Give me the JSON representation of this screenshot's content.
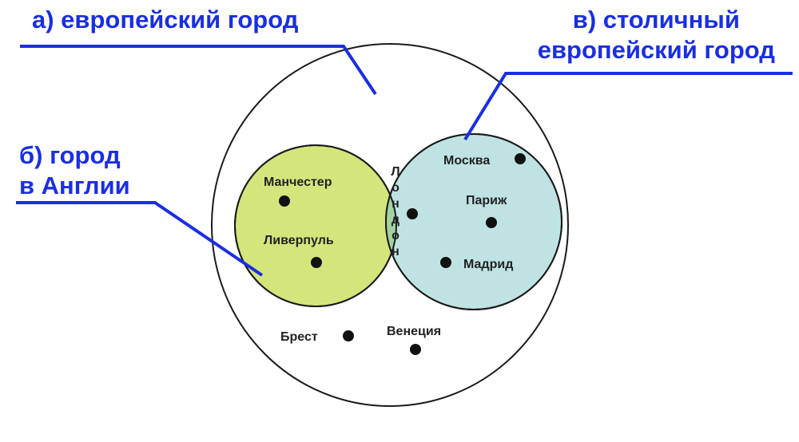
{
  "labels": {
    "a": "а) европейский город",
    "b_line1": "б) город",
    "b_line2": "в Англии",
    "v_line1": "в) столичный",
    "v_line2": "европейский город"
  },
  "cities": {
    "manchester": "Манчестер",
    "liverpool": "Ливерпуль",
    "moscow": "Москва",
    "paris": "Париж",
    "madrid": "Мадрид",
    "brest": "Брест",
    "venice": "Венеция",
    "london_letters": [
      "Л",
      "о",
      "н",
      "д",
      "о",
      "н"
    ]
  },
  "colors": {
    "label_blue": "#1a2fe0",
    "england_fill": "#d4e57c",
    "capital_fill": "#bfe3e3",
    "overlap_fill": "#a3d3a3",
    "outline": "#1a1a1a"
  }
}
